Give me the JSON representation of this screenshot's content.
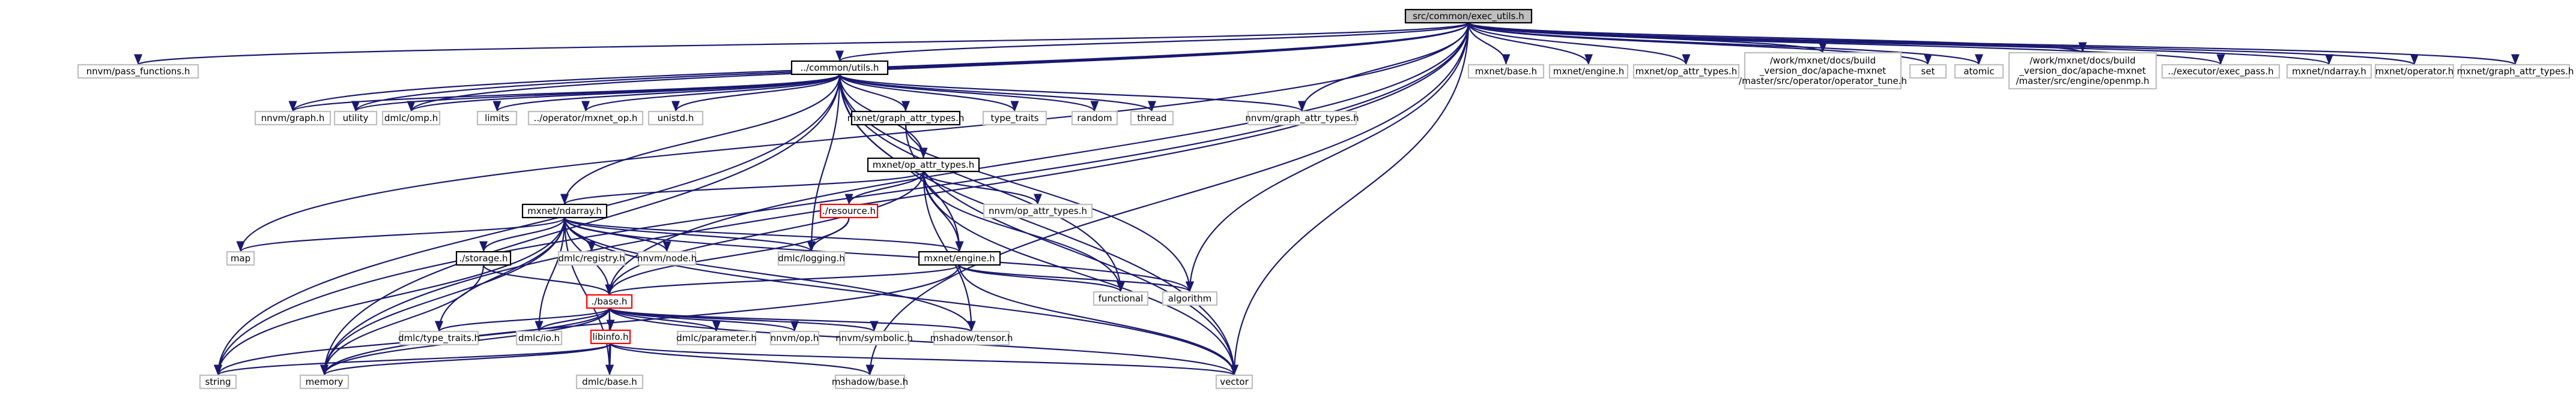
{
  "graph": {
    "root": "src/common/exec_utils.h",
    "colors": {
      "root_fill": "#bfbfbf",
      "border_dark": "#000000",
      "border_missing": "#bfbfbf",
      "border_red": "#ff0000",
      "edge_dark": "#191970",
      "edge_gray": "#a0a0a0"
    },
    "nodes": [
      {
        "id": "root",
        "label": "src/common/exec_utils.h",
        "style": "root"
      },
      {
        "id": "pass",
        "label": "nnvm/pass_functions.h",
        "style": "missing"
      },
      {
        "id": "cutils",
        "label": "../common/utils.h",
        "style": "normal"
      },
      {
        "id": "base",
        "label": "mxnet/base.h",
        "style": "missing"
      },
      {
        "id": "engine_top",
        "label": "mxnet/engine.h",
        "style": "missing"
      },
      {
        "id": "opattr_top",
        "label": "mxnet/op_attr_types.h",
        "style": "missing"
      },
      {
        "id": "optune",
        "label": "/work/mxnet/docs/build\n_version_doc/apache-mxnet\n/master/src/operator/operator_tune.h",
        "style": "missing"
      },
      {
        "id": "set",
        "label": "set",
        "style": "missing"
      },
      {
        "id": "atomic",
        "label": "atomic",
        "style": "missing"
      },
      {
        "id": "openmp",
        "label": "/work/mxnet/docs/build\n_version_doc/apache-mxnet\n/master/src/engine/openmp.h",
        "style": "missing"
      },
      {
        "id": "execpass",
        "label": "../executor/exec_pass.h",
        "style": "missing"
      },
      {
        "id": "ndarray_top",
        "label": "mxnet/ndarray.h",
        "style": "missing"
      },
      {
        "id": "operator",
        "label": "mxnet/operator.h",
        "style": "missing"
      },
      {
        "id": "graphattr_top",
        "label": "mxnet/graph_attr_types.h",
        "style": "missing"
      },
      {
        "id": "nnvmgraph",
        "label": "nnvm/graph.h",
        "style": "missing"
      },
      {
        "id": "utility",
        "label": "utility",
        "style": "missing"
      },
      {
        "id": "dmlcomp",
        "label": "dmlc/omp.h",
        "style": "missing"
      },
      {
        "id": "limits",
        "label": "limits",
        "style": "missing"
      },
      {
        "id": "mxnetop",
        "label": "../operator/mxnet_op.h",
        "style": "missing"
      },
      {
        "id": "unistd",
        "label": "unistd.h",
        "style": "missing"
      },
      {
        "id": "mxgraphattr",
        "label": "mxnet/graph_attr_types.h",
        "style": "normal"
      },
      {
        "id": "typetraits",
        "label": "type_traits",
        "style": "missing"
      },
      {
        "id": "random",
        "label": "random",
        "style": "missing"
      },
      {
        "id": "thread",
        "label": "thread",
        "style": "missing"
      },
      {
        "id": "nnvmgraphattr",
        "label": "nnvm/graph_attr_types.h",
        "style": "missing"
      },
      {
        "id": "opattr",
        "label": "mxnet/op_attr_types.h",
        "style": "normal"
      },
      {
        "id": "resource",
        "label": "./resource.h",
        "style": "red"
      },
      {
        "id": "nnvmopattr",
        "label": "nnvm/op_attr_types.h",
        "style": "missing"
      },
      {
        "id": "ndarray",
        "label": "mxnet/ndarray.h",
        "style": "normal"
      },
      {
        "id": "map",
        "label": "map",
        "style": "missing"
      },
      {
        "id": "storage",
        "label": "./storage.h",
        "style": "normal"
      },
      {
        "id": "dmlcreg",
        "label": "dmlc/registry.h",
        "style": "missing"
      },
      {
        "id": "nnvmnode",
        "label": "nnvm/node.h",
        "style": "missing"
      },
      {
        "id": "dmllog",
        "label": "dmlc/logging.h",
        "style": "missing"
      },
      {
        "id": "engine",
        "label": "mxnet/engine.h",
        "style": "normal"
      },
      {
        "id": "functional",
        "label": "functional",
        "style": "missing"
      },
      {
        "id": "algorithm",
        "label": "algorithm",
        "style": "missing"
      },
      {
        "id": "basecore",
        "label": "./base.h",
        "style": "red"
      },
      {
        "id": "dmltt",
        "label": "dmlc/type_traits.h",
        "style": "missing"
      },
      {
        "id": "dmlio",
        "label": "dmlc/io.h",
        "style": "missing"
      },
      {
        "id": "dmlparam",
        "label": "dmlc/parameter.h",
        "style": "missing"
      },
      {
        "id": "nnvmop",
        "label": "nnvm/op.h",
        "style": "missing"
      },
      {
        "id": "nnvmsym",
        "label": "nnvm/symbolic.h",
        "style": "missing"
      },
      {
        "id": "mshadowtensor",
        "label": "mshadow/tensor.h",
        "style": "missing"
      },
      {
        "id": "libinfo",
        "label": "libinfo.h",
        "style": "red"
      },
      {
        "id": "string",
        "label": "string",
        "style": "missing"
      },
      {
        "id": "memory",
        "label": "memory",
        "style": "missing"
      },
      {
        "id": "dmlcbase",
        "label": "dmlc/base.h",
        "style": "missing"
      },
      {
        "id": "mshadowbase",
        "label": "mshadow/base.h",
        "style": "missing"
      },
      {
        "id": "vector",
        "label": "vector",
        "style": "missing"
      }
    ],
    "edges": [
      [
        "root",
        "pass"
      ],
      [
        "root",
        "cutils"
      ],
      [
        "root",
        "base"
      ],
      [
        "root",
        "engine_top"
      ],
      [
        "root",
        "opattr_top"
      ],
      [
        "root",
        "optune"
      ],
      [
        "root",
        "set"
      ],
      [
        "root",
        "atomic"
      ],
      [
        "root",
        "openmp"
      ],
      [
        "root",
        "execpass"
      ],
      [
        "root",
        "ndarray_top"
      ],
      [
        "root",
        "operator"
      ],
      [
        "root",
        "graphattr_top"
      ],
      [
        "root",
        "nnvmgraph"
      ],
      [
        "root",
        "utility"
      ],
      [
        "root",
        "dmlcomp"
      ],
      [
        "root",
        "map"
      ],
      [
        "root",
        "string"
      ],
      [
        "root",
        "memory"
      ],
      [
        "root",
        "vector"
      ],
      [
        "root",
        "algorithm"
      ],
      [
        "root",
        "mshadowbase"
      ],
      [
        "root",
        "nnvmgraphattr"
      ],
      [
        "root",
        "basecore"
      ],
      [
        "cutils",
        "nnvmgraph"
      ],
      [
        "cutils",
        "utility"
      ],
      [
        "cutils",
        "dmlcomp"
      ],
      [
        "cutils",
        "limits"
      ],
      [
        "cutils",
        "mxnetop"
      ],
      [
        "cutils",
        "unistd"
      ],
      [
        "cutils",
        "mxgraphattr"
      ],
      [
        "cutils",
        "typetraits"
      ],
      [
        "cutils",
        "random"
      ],
      [
        "cutils",
        "thread"
      ],
      [
        "cutils",
        "nnvmgraphattr"
      ],
      [
        "cutils",
        "opattr"
      ],
      [
        "cutils",
        "ndarray"
      ],
      [
        "cutils",
        "engine"
      ],
      [
        "cutils",
        "dmllog"
      ],
      [
        "cutils",
        "functional"
      ],
      [
        "cutils",
        "algorithm"
      ],
      [
        "cutils",
        "vector"
      ],
      [
        "cutils",
        "memory"
      ],
      [
        "cutils",
        "string"
      ],
      [
        "mxgraphattr",
        "opattr"
      ],
      [
        "mxgraphattr",
        "vector"
      ],
      [
        "opattr",
        "resource"
      ],
      [
        "opattr",
        "nnvmopattr"
      ],
      [
        "opattr",
        "ndarray"
      ],
      [
        "opattr",
        "engine"
      ],
      [
        "opattr",
        "functional"
      ],
      [
        "opattr",
        "vector"
      ],
      [
        "opattr",
        "basecore"
      ],
      [
        "opattr",
        "mshadowtensor"
      ],
      [
        "resource",
        "dmllog"
      ],
      [
        "resource",
        "basecore"
      ],
      [
        "ndarray",
        "map"
      ],
      [
        "ndarray",
        "storage"
      ],
      [
        "ndarray",
        "dmlcreg"
      ],
      [
        "ndarray",
        "nnvmnode"
      ],
      [
        "ndarray",
        "dmllog"
      ],
      [
        "ndarray",
        "engine"
      ],
      [
        "ndarray",
        "algorithm"
      ],
      [
        "ndarray",
        "vector"
      ],
      [
        "ndarray",
        "basecore"
      ],
      [
        "ndarray",
        "dmltt"
      ],
      [
        "ndarray",
        "dmlio"
      ],
      [
        "ndarray",
        "string"
      ],
      [
        "ndarray",
        "memory"
      ],
      [
        "ndarray",
        "dmlcbase"
      ],
      [
        "ndarray",
        "mshadowtensor"
      ],
      [
        "storage",
        "basecore"
      ],
      [
        "storage",
        "memory"
      ],
      [
        "engine",
        "functional"
      ],
      [
        "engine",
        "algorithm"
      ],
      [
        "engine",
        "vector"
      ],
      [
        "engine",
        "basecore"
      ],
      [
        "engine",
        "memory"
      ],
      [
        "basecore",
        "dmltt"
      ],
      [
        "basecore",
        "dmlio"
      ],
      [
        "basecore",
        "dmlparam"
      ],
      [
        "basecore",
        "nnvmop"
      ],
      [
        "basecore",
        "nnvmsym"
      ],
      [
        "basecore",
        "mshadowtensor"
      ],
      [
        "basecore",
        "libinfo"
      ],
      [
        "basecore",
        "string"
      ],
      [
        "basecore",
        "memory"
      ],
      [
        "basecore",
        "dmlcbase"
      ],
      [
        "basecore",
        "vector"
      ],
      [
        "libinfo",
        "string"
      ],
      [
        "libinfo",
        "memory"
      ],
      [
        "libinfo",
        "dmlcbase"
      ],
      [
        "libinfo",
        "mshadowbase"
      ],
      [
        "libinfo",
        "vector"
      ]
    ]
  }
}
